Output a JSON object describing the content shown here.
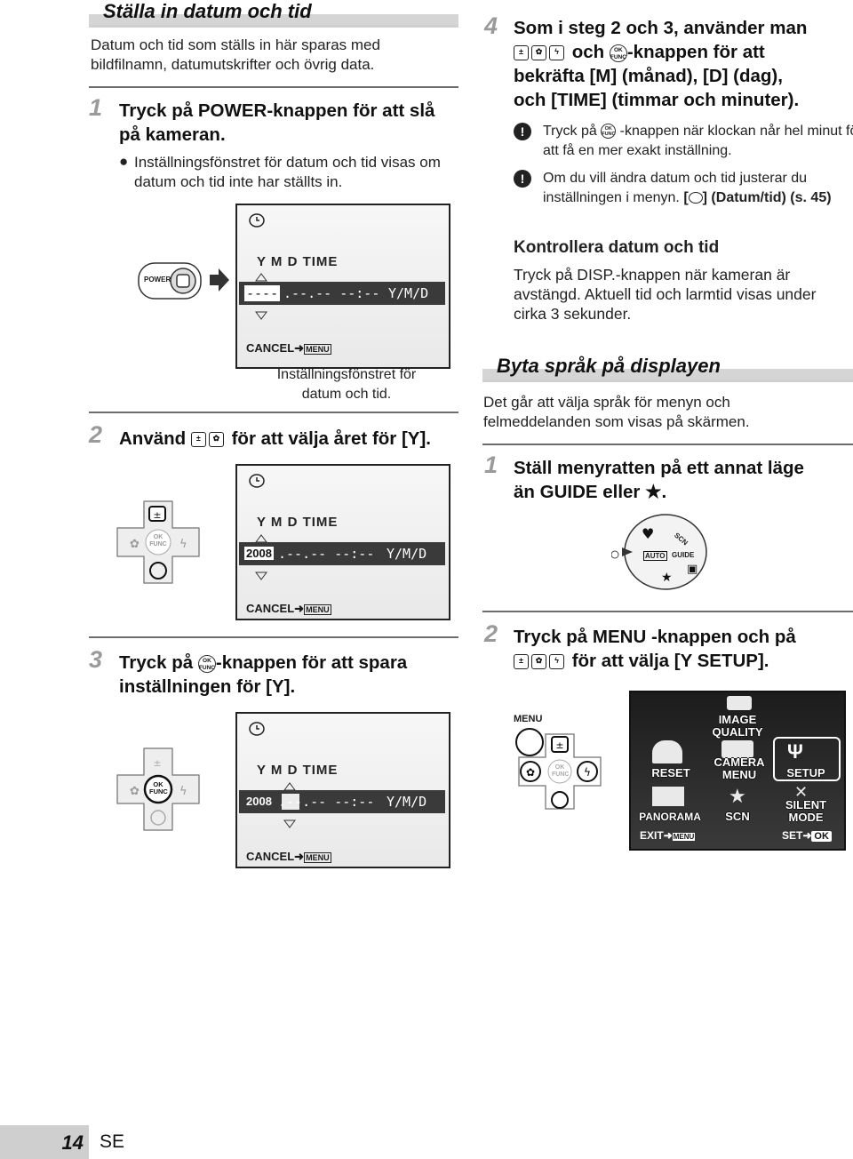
{
  "left": {
    "section_title": "Ställa in datum och tid",
    "intro": "Datum och tid som ställs in här sparas med bildfilnamn, datumutskrifter och övrig data.",
    "step1": {
      "num": "1",
      "text": "Tryck på POWER-knappen för att slå på kameran.",
      "bullet": "Inställningsfönstret för datum och tid visas om datum och tid inte har ställts in."
    },
    "power_label": "POWER",
    "screen_header": "Y   M   D   TIME",
    "screen1_value": "----.--.--  --:--",
    "screen2_value": ".--.--  --:--",
    "screen3_value": ".--.--  --:--",
    "screen_order": "Y/M/D",
    "year": "2008",
    "cancel_label": "CANCEL",
    "menu_label": "MENU",
    "caption": "Inställningsfönstret för datum och tid.",
    "step2": {
      "num": "2",
      "text": "Använd",
      "text_after": "för att välja året för [Y]."
    },
    "step3": {
      "num": "3",
      "text_before": "Tryck på",
      "text_after": "-knappen för att spara inställningen för [Y]."
    },
    "ok_label": "OK",
    "func_label": "FUNC"
  },
  "right": {
    "step4": {
      "num": "4",
      "line1": "Som i steg 2 och 3, använder man",
      "line2_mid": "och",
      "line2_after": "-knappen för att",
      "line3": "bekräfta [M] (månad), [D] (dag),",
      "line4": "och [TIME] (timmar och minuter)."
    },
    "note1_a": "Tryck på",
    "note1_b": "-knappen när klockan når hel minut för att få en mer exakt inställning.",
    "note2": "Om du vill ändra datum och tid justerar du inställningen i menyn.",
    "note2_bold": "[",
    "note2_bold2": "] (Datum/tid) (s. 45)",
    "check_title": "Kontrollera datum och tid",
    "check_text": "Tryck på DISP.-knappen när kameran är avstängd. Aktuell tid och larmtid visas under cirka 3 sekunder.",
    "section_title": "Byta språk på displayen",
    "intro": "Det går att välja språk för menyn och felmeddelanden som visas på skärmen.",
    "step1": {
      "num": "1",
      "line1": "Ställ menyratten på ett annat läge",
      "line2": "än GUIDE eller ★."
    },
    "dial": {
      "auto": "AUTO",
      "guide": "GUIDE",
      "scn": "SCN"
    },
    "step2": {
      "num": "2",
      "line1": "Tryck på MENU -knappen och på",
      "line2_after": "för att välja [",
      "line2_end": " SETUP]."
    },
    "menu_btn_label": "MENU",
    "menu": {
      "image_quality": "IMAGE QUALITY",
      "reset": "RESET",
      "camera_menu": "CAMERA MENU",
      "setup": "SETUP",
      "panorama": "PANORAMA",
      "scn": "SCN",
      "silent_mode": "SILENT MODE",
      "exit": "EXIT",
      "exit_menu": "MENU",
      "set": "SET",
      "set_ok": "OK"
    }
  },
  "footer": {
    "page": "14",
    "lang": "SE"
  }
}
